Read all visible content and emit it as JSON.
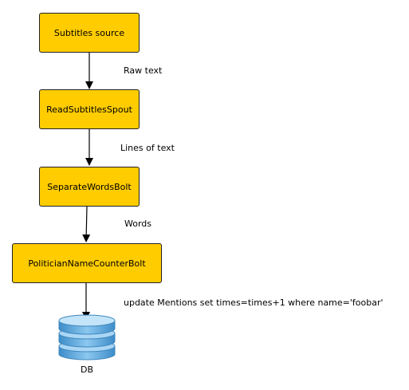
{
  "diagram": {
    "nodes": {
      "subtitles_source": "Subtitles source",
      "read_subtitles_spout": "ReadSubtitlesSpout",
      "separate_words_bolt": "SeparateWordsBolt",
      "politician_name_counter_bolt": "PoliticianNameCounterBolt",
      "db": "DB"
    },
    "edges": {
      "raw_text": "Raw text",
      "lines_of_text": "Lines of text",
      "words": "Words",
      "update_query": "update Mentions set times=times+1 where name='foobar'"
    },
    "colors": {
      "node_fill": "#ffcc00",
      "node_border": "#222222",
      "db_fill": "#6fb4e4",
      "db_top": "#a9d6f5",
      "db_stroke": "#3f87bd"
    },
    "icons": {
      "db": "database-icon",
      "arrow": "arrow-down-icon"
    }
  }
}
